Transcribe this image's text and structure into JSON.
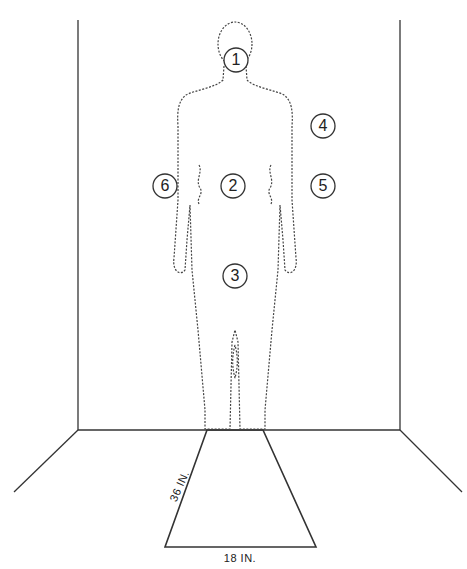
{
  "diagram": {
    "nodes": [
      {
        "text": [
          "1"
        ]
      },
      {
        "text": [
          "4"
        ]
      },
      {
        "text": [
          "6"
        ]
      },
      {
        "text": [
          "2"
        ]
      },
      {
        "text": [
          "5"
        ]
      },
      {
        "text": [
          "3"
        ]
      }
    ],
    "labels": [
      "36 IN.",
      "18 IN."
    ]
  }
}
